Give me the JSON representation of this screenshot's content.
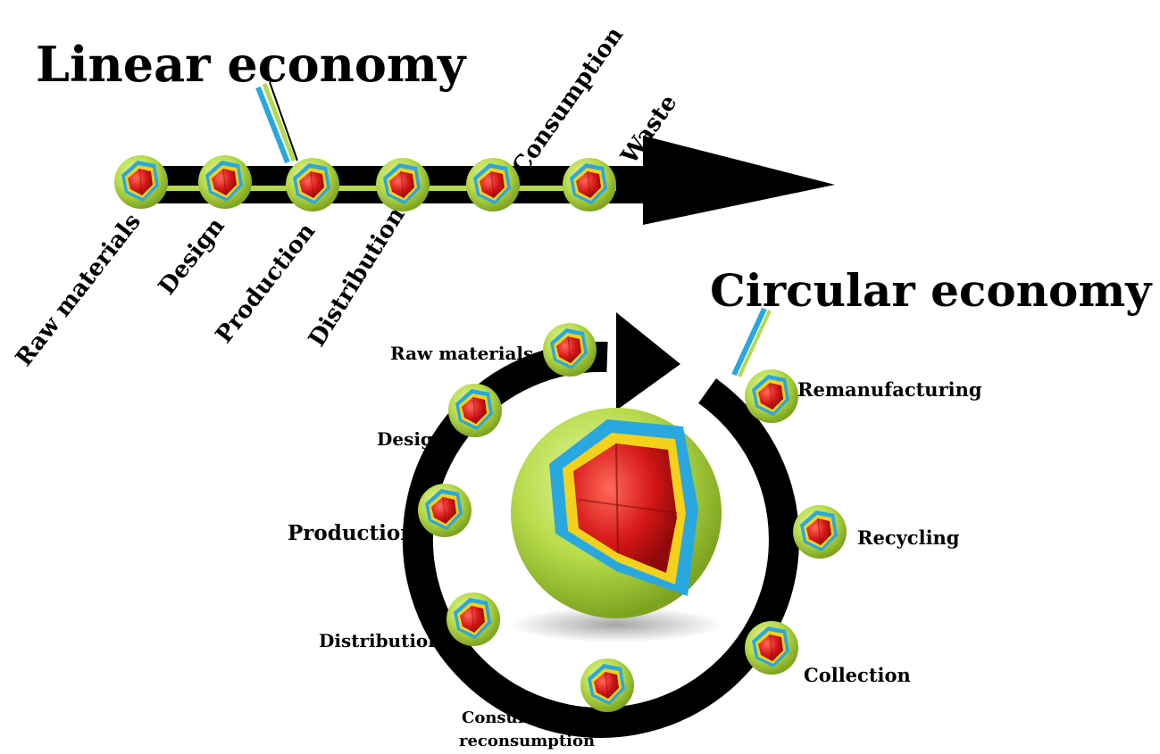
{
  "linear": {
    "title": "Linear economy",
    "stages_below": [
      "Raw materials",
      "Design",
      "Production",
      "Distribution"
    ],
    "stages_above": [
      "Consumption",
      "Waste"
    ]
  },
  "circular": {
    "title": "Circular economy",
    "left_stages": [
      "Raw materials",
      "Design",
      "Production",
      "Distribution"
    ],
    "consumption_line1": "Consumption/",
    "consumption_line2": "reconsumption",
    "right_stages": [
      "Remanufacturing",
      "Recycling",
      "Collection"
    ]
  },
  "colors": {
    "arrow": "#000000",
    "ball_green": "#b5d94a",
    "core_red": "#cc1111",
    "accent_blue": "#29a8e0",
    "accent_yellow": "#f2d21a"
  },
  "icons": {
    "node": "sphere-cutaway-icon",
    "center": "sphere-cutaway-icon"
  }
}
